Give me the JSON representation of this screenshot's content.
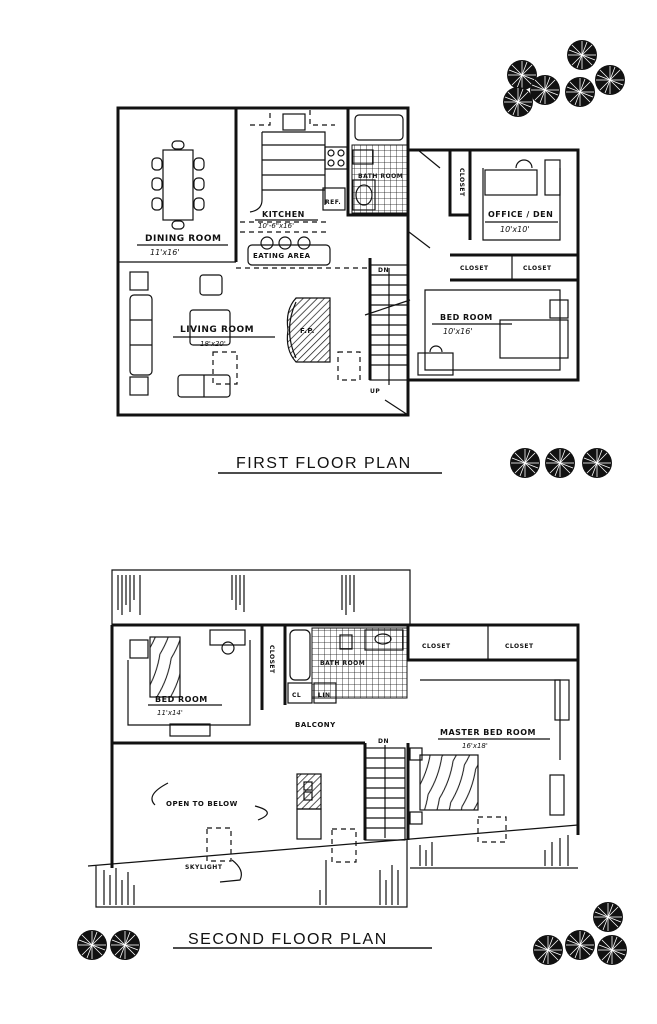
{
  "first_floor": {
    "title": "FIRST FLOOR PLAN",
    "rooms": [
      {
        "name": "DINING ROOM",
        "dims": "11'x16'"
      },
      {
        "name": "KITCHEN",
        "dims": "10'-6\"x16'"
      },
      {
        "name": "BATH ROOM",
        "dims": ""
      },
      {
        "name": "OFFICE / DEN",
        "dims": "10'x10'"
      },
      {
        "name": "LIVING ROOM",
        "dims": "18'x20'"
      },
      {
        "name": "BED ROOM",
        "dims": "10'x16'"
      }
    ],
    "labels": {
      "eating_area": "EATING AREA",
      "fireplace": "F.P.",
      "refrigerator": "REF.",
      "closet_vertical": "CLOSET",
      "closet_a": "CLOSET",
      "closet_b": "CLOSET",
      "stair_down": "DN",
      "stair_up": "UP"
    }
  },
  "second_floor": {
    "title": "SECOND FLOOR PLAN",
    "rooms": [
      {
        "name": "BED ROOM",
        "dims": "11'x14'"
      },
      {
        "name": "BATH ROOM",
        "dims": ""
      },
      {
        "name": "MASTER BED ROOM",
        "dims": "16'x18'"
      },
      {
        "name": "BALCONY",
        "dims": ""
      }
    ],
    "labels": {
      "closet_vertical": "CLOSET",
      "closet_a": "CLOSET",
      "closet_b": "CLOSET",
      "cl": "CL",
      "lin": "LIN",
      "stair_down": "DN",
      "open_to_below": "OPEN TO BELOW",
      "skylight": "SKYLIGHT"
    }
  },
  "colors": {
    "ink": "#111111",
    "paper": "#ffffff"
  }
}
